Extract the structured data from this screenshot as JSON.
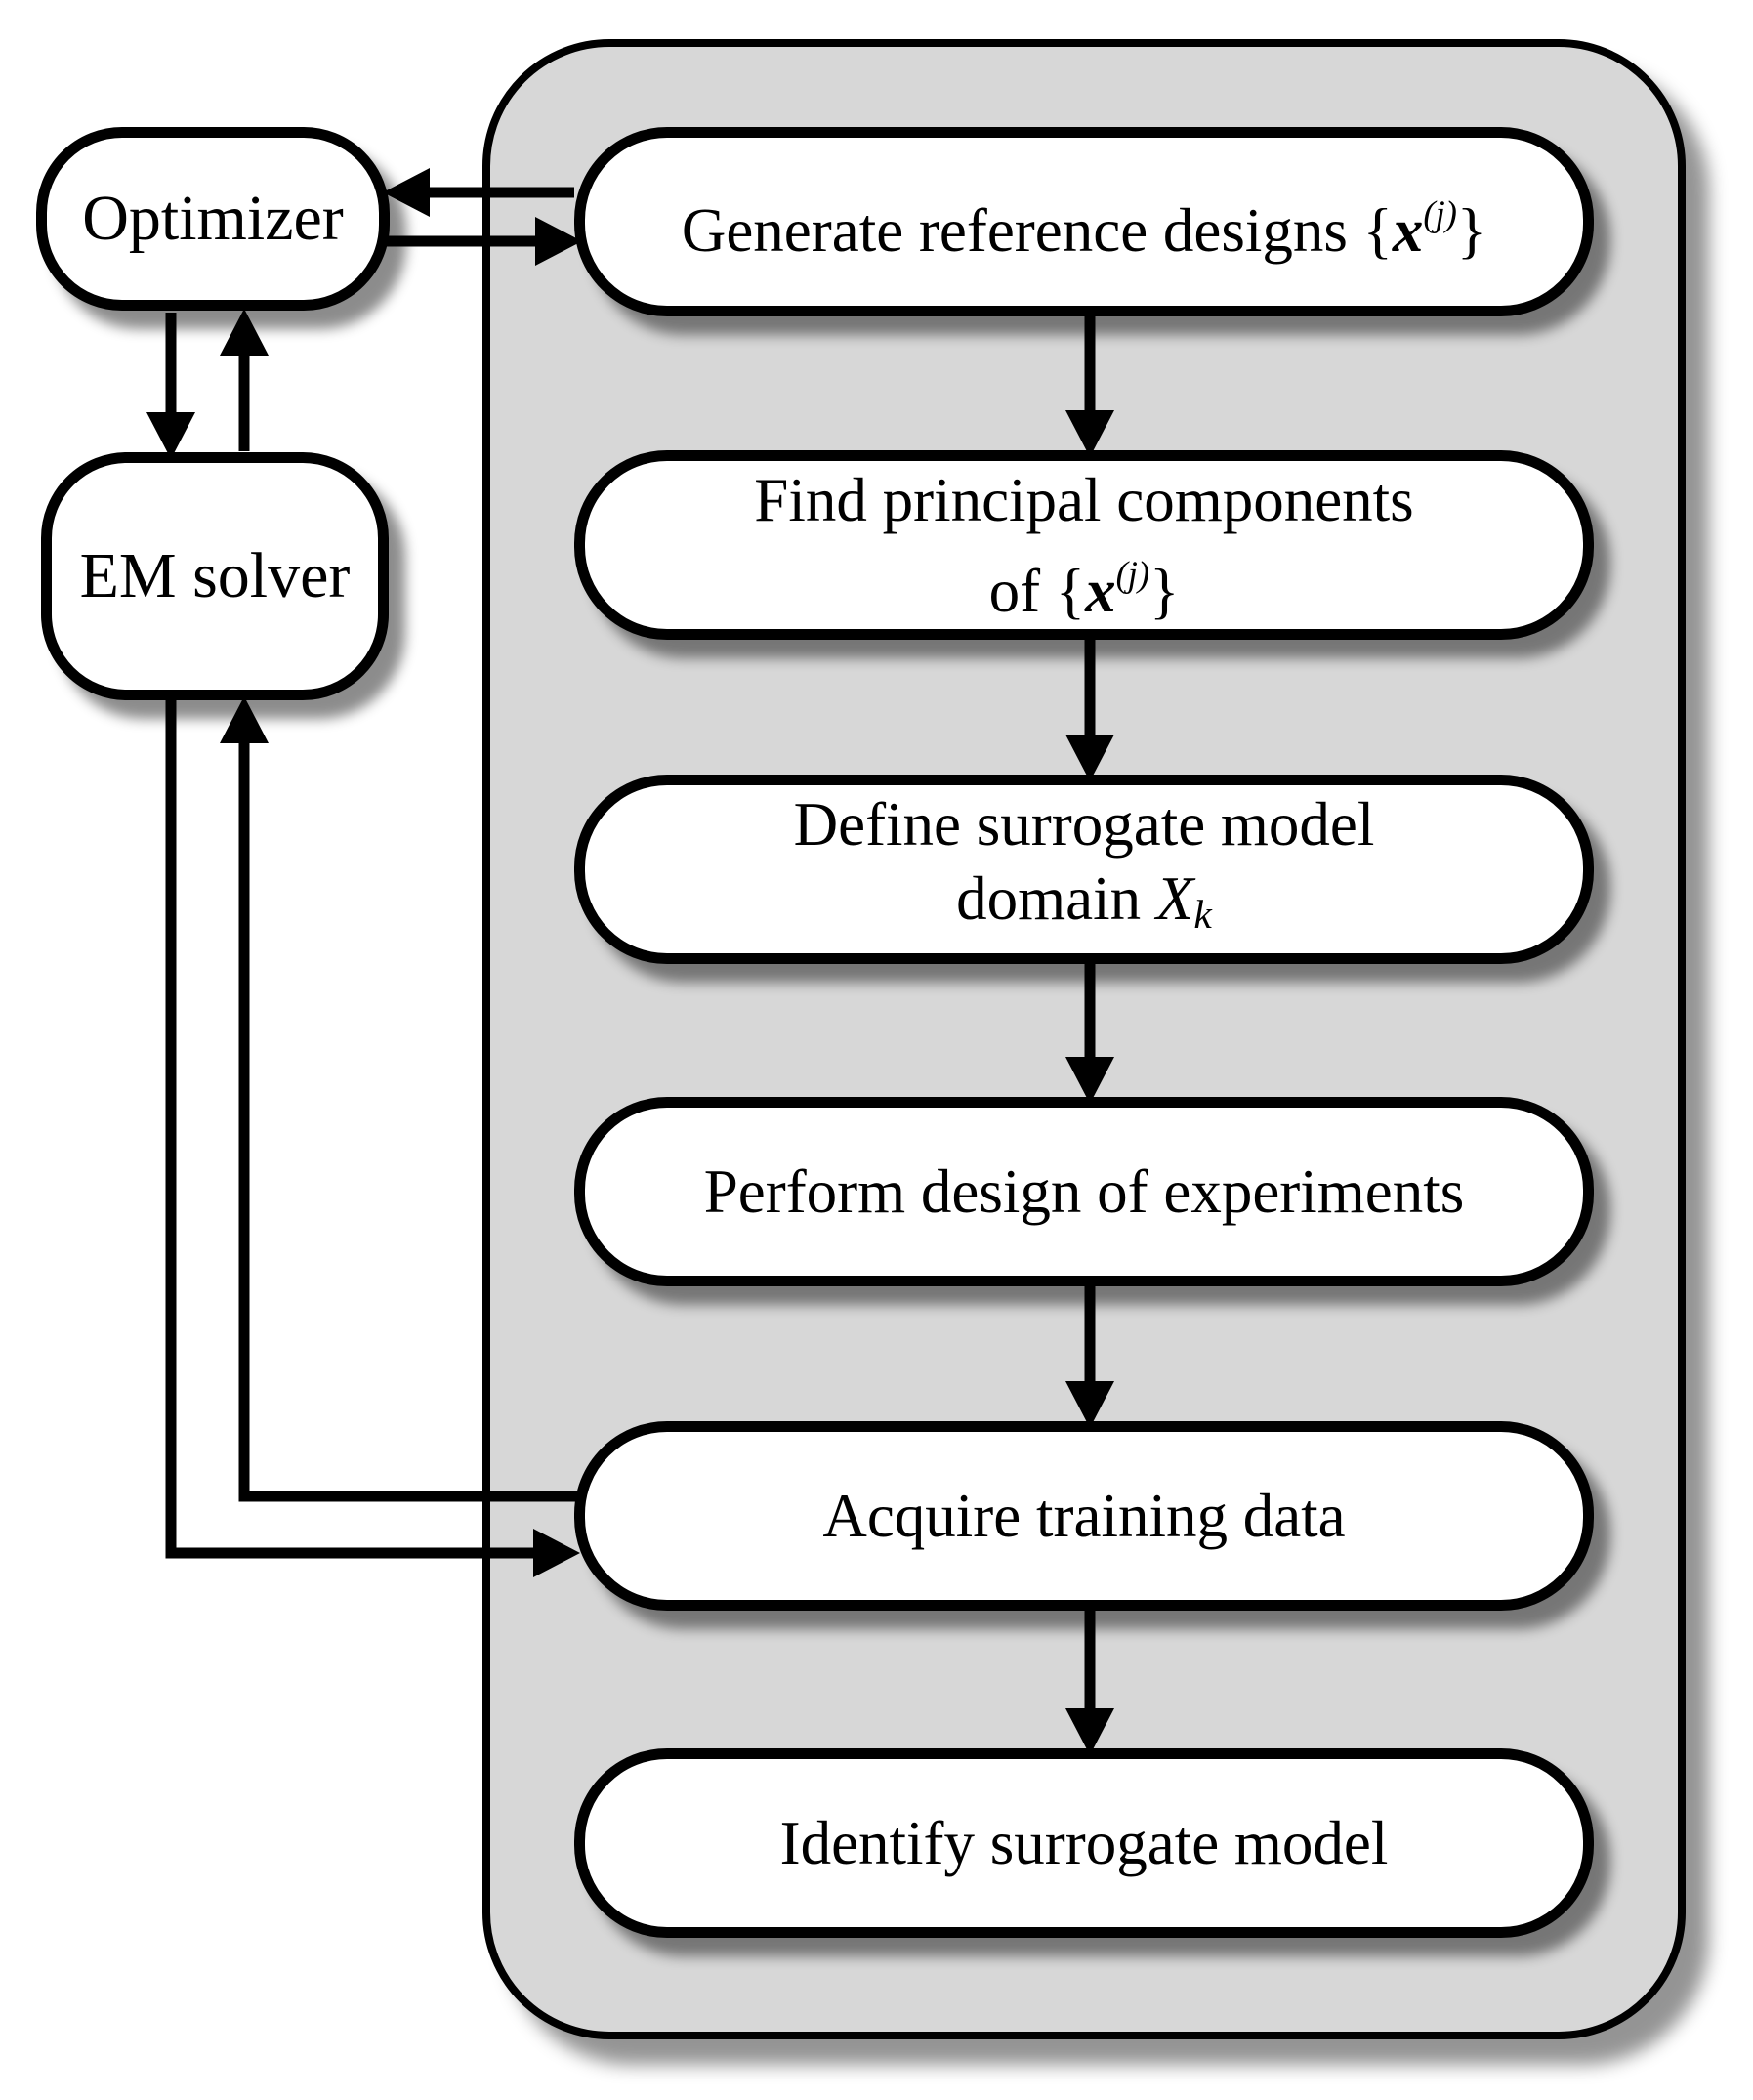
{
  "diagram": {
    "left": {
      "optimizer": "Optimizer",
      "em_solver": "EM solver"
    },
    "flow": {
      "generate": {
        "pre": "Generate reference designs {",
        "var": "x",
        "sup": "(j)",
        "post": "}"
      },
      "find": {
        "line1": "Find principal components",
        "line2_pre": "of {",
        "var": "x",
        "sup": "(j)",
        "post": "}"
      },
      "define": {
        "line1": "Define surrogate model",
        "line2_pre": "domain ",
        "var": "X",
        "sub": "k"
      },
      "doe": {
        "label": "Perform design of experiments"
      },
      "acquire": {
        "label": "Acquire training data"
      },
      "identify": {
        "label": "Identify surrogate model"
      }
    },
    "colors": {
      "container_fill": "#d7d7d7",
      "box_fill": "#ffffff",
      "line_color": "#000000"
    }
  }
}
